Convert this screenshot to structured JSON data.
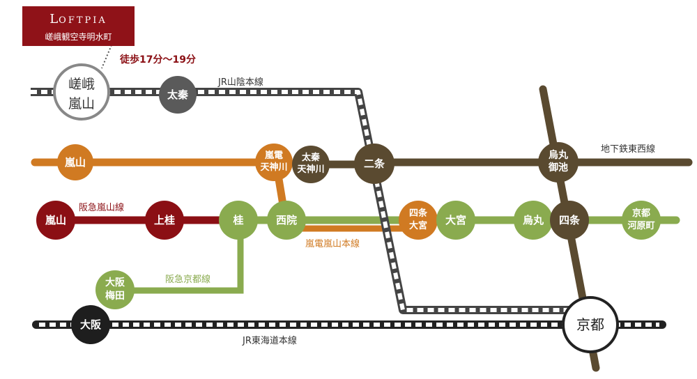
{
  "property": {
    "logo_first": "L",
    "logo_rest": "OFTPIA",
    "subtitle": "嵯峨観空寺明水町",
    "walk_time": "徒歩17分〜19分"
  },
  "lines": {
    "jr_sanin": "JR山陰本線",
    "tozai": "地下鉄東西線",
    "hankyu_arashiyama": "阪急嵐山線",
    "randen": "嵐電嵐山本線",
    "hankyu_kyoto": "阪急京都線",
    "jr_tokaido": "JR東海道本線"
  },
  "stations": {
    "saga1": "嵯峨",
    "saga2": "嵐山",
    "uzumasa": "太秦",
    "randen_arashiyama": "嵐山",
    "randen_tenjingawa1": "嵐電",
    "randen_tenjingawa2": "天神川",
    "uzumasa_tenjingawa1": "太秦",
    "uzumasa_tenjingawa2": "天神川",
    "nijo": "二条",
    "karasuma_oike1": "烏丸",
    "karasuma_oike2": "御池",
    "hankyu_arashiyama": "嵐山",
    "kamikatsura": "上桂",
    "katsura": "桂",
    "saiin": "西院",
    "shijo_omiya1": "四条",
    "shijo_omiya2": "大宮",
    "omiya": "大宮",
    "karasuma": "烏丸",
    "shijo": "四条",
    "kyoto_kawaramachi1": "京都",
    "kyoto_kawaramachi2": "河原町",
    "osaka_umeda1": "大阪",
    "osaka_umeda2": "梅田",
    "osaka": "大阪",
    "kyoto": "京都"
  },
  "colors": {
    "jr": "#444444",
    "tozai": "#5a4a30",
    "randen": "#d07a22",
    "hankyu_red": "#8b0f14",
    "hankyu_green": "#8aab4f",
    "brand": "#8f1218",
    "uzumasa_gray": "#5a5a5a"
  }
}
